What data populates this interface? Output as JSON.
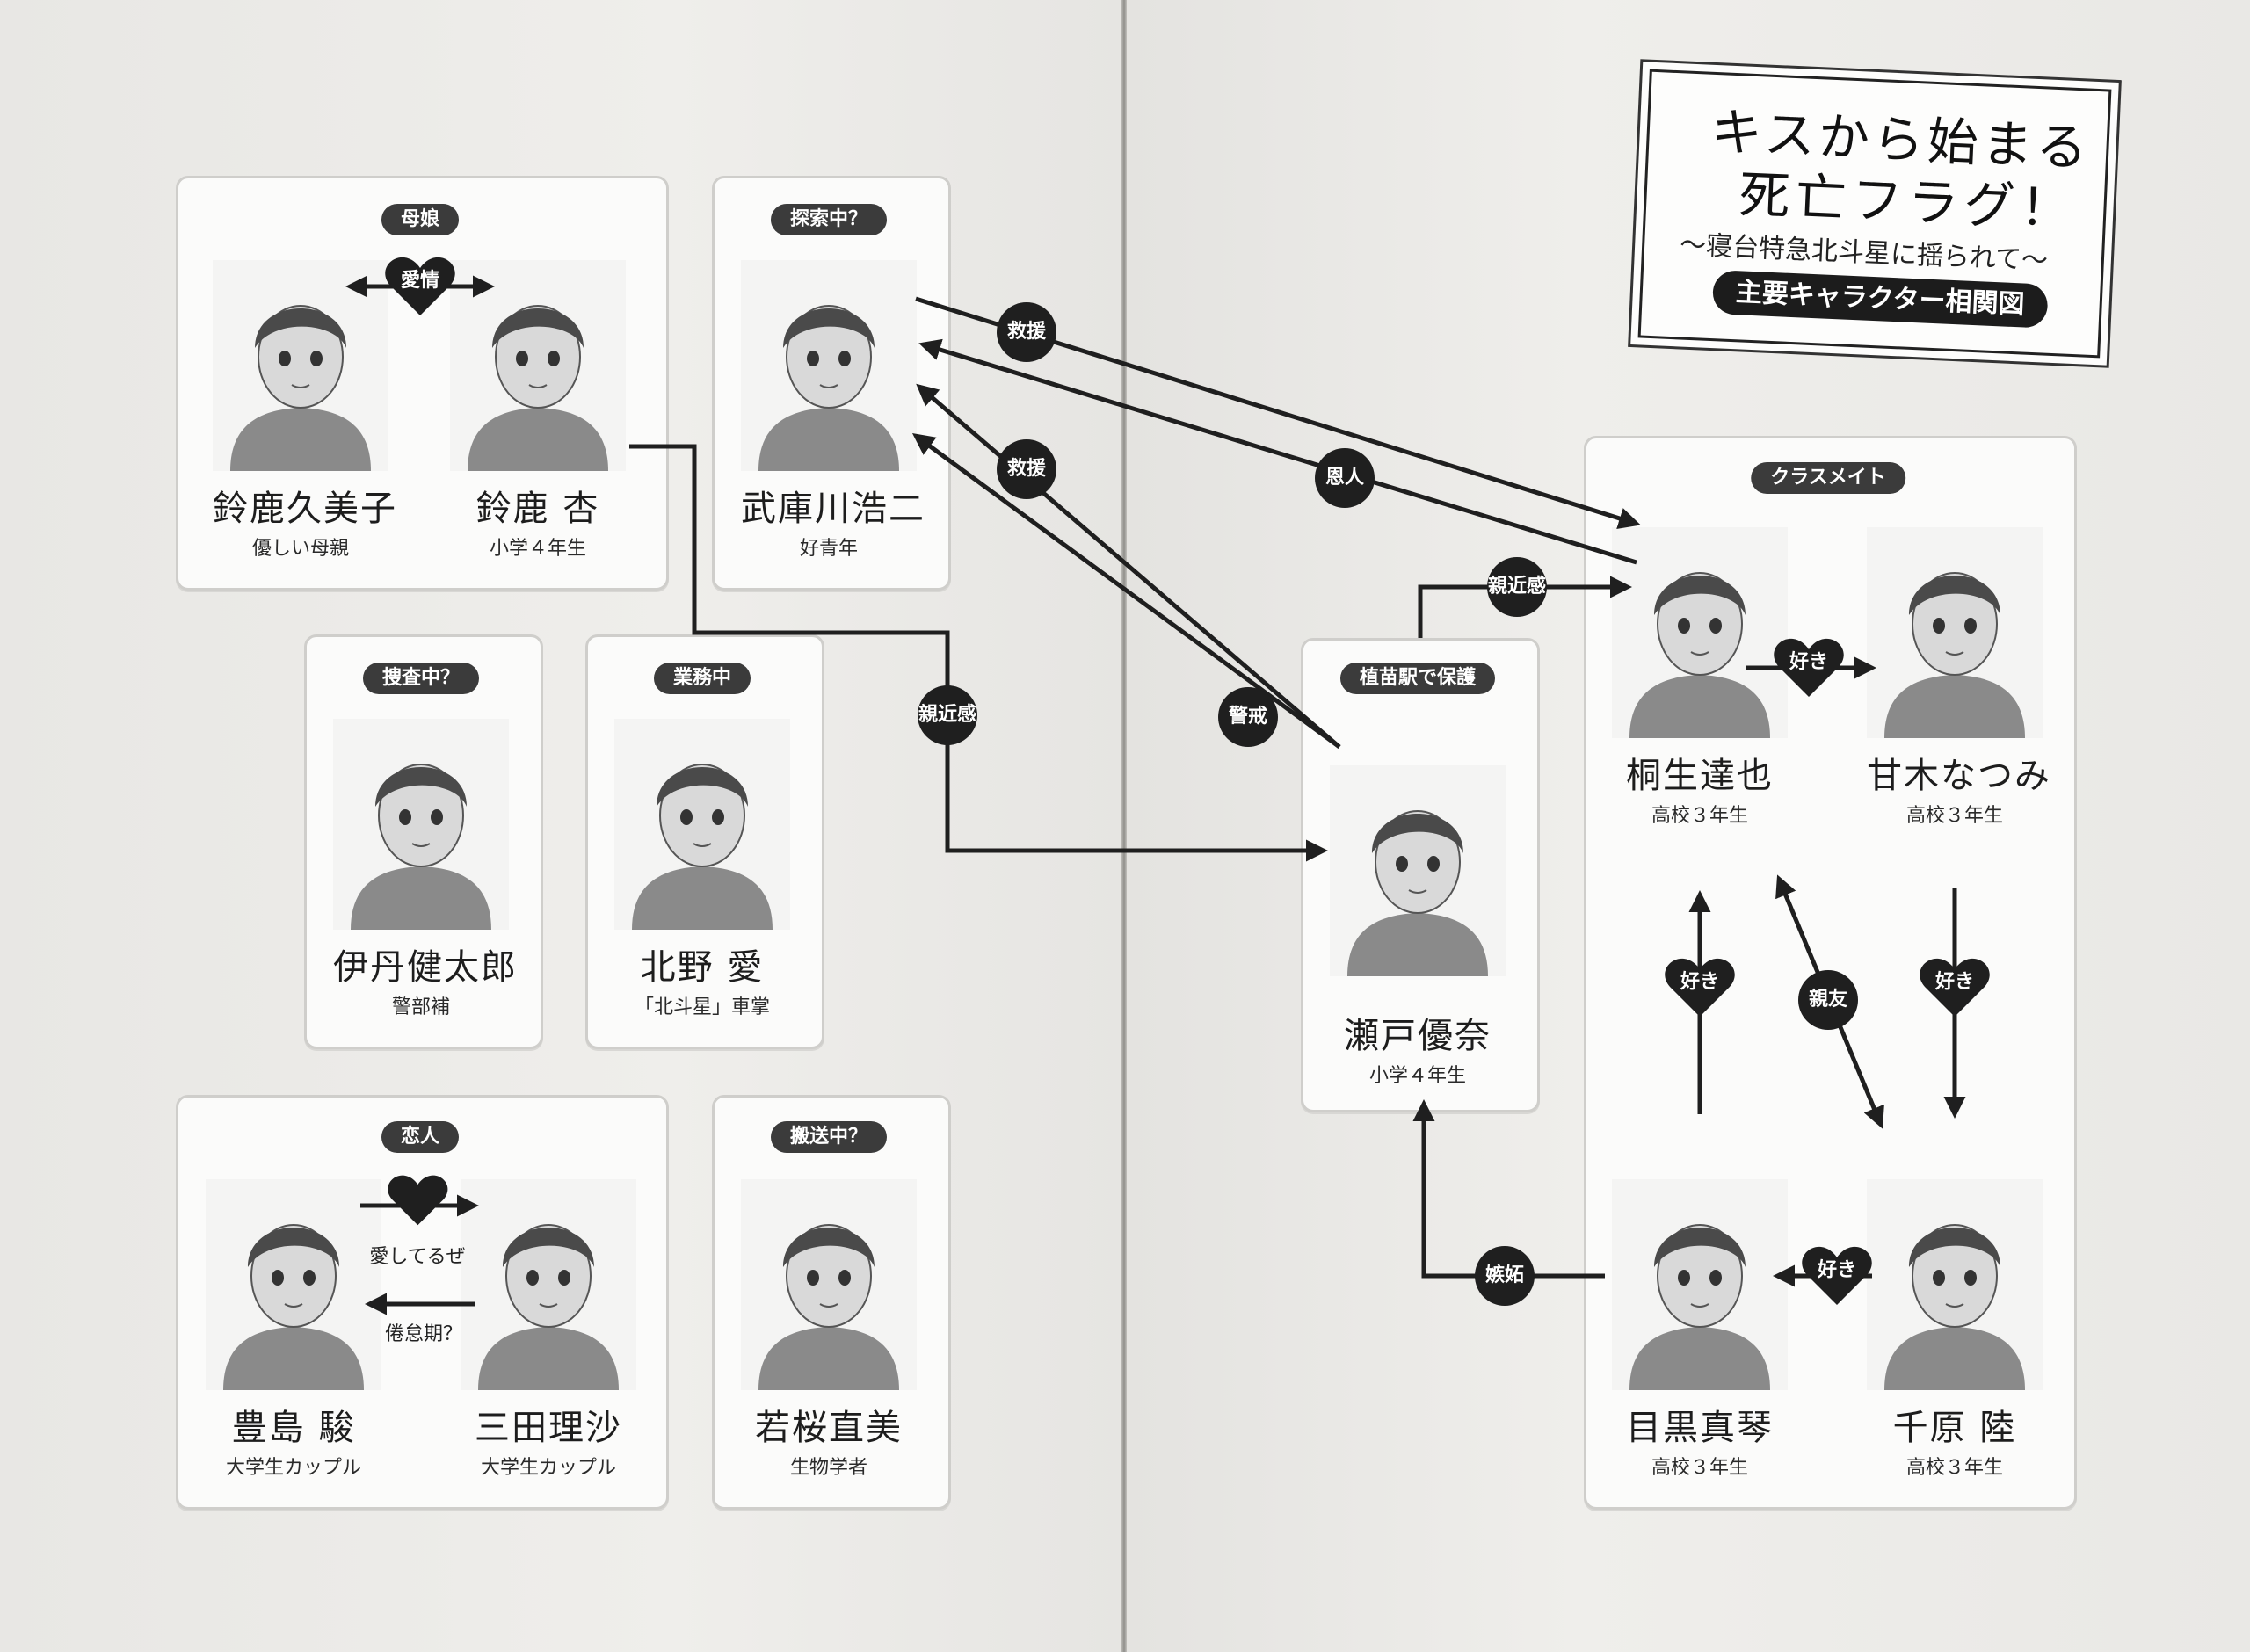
{
  "title": {
    "line1": "キスから始まる",
    "line2": "死亡フラグ！",
    "subtitle": "〜寝台特急北斗星に揺られて〜",
    "badge": "主要キャラクター相関図"
  },
  "groups": {
    "mother_daughter": "母娘",
    "searching": "探索中？",
    "investigating": "捜査中？",
    "working": "業務中",
    "lovers": "恋人",
    "transporting": "搬送中？",
    "protected": "植苗駅で保護",
    "classmates": "クラスメイト"
  },
  "characters": {
    "kumiko": {
      "name": "鈴鹿久美子",
      "role": "優しい母親"
    },
    "an": {
      "name": "鈴鹿 杏",
      "role": "小学４年生"
    },
    "koji": {
      "name": "武庫川浩二",
      "role": "好青年"
    },
    "kentaro": {
      "name": "伊丹健太郎",
      "role": "警部補"
    },
    "ai": {
      "name": "北野 愛",
      "role": "「北斗星」車掌"
    },
    "shun": {
      "name": "豊島 駿",
      "role": "大学生カップル"
    },
    "risa": {
      "name": "三田理沙",
      "role": "大学生カップル"
    },
    "naomi": {
      "name": "若桜直美",
      "role": "生物学者"
    },
    "yuna": {
      "name": "瀬戸優奈",
      "role": "小学４年生"
    },
    "tatsuya": {
      "name": "桐生達也",
      "role": "高校３年生"
    },
    "natsumi": {
      "name": "甘木なつみ",
      "role": "高校３年生"
    },
    "makoto": {
      "name": "目黒真琴",
      "role": "高校３年生"
    },
    "riku": {
      "name": "千原 陸",
      "role": "高校３年生"
    }
  },
  "relations": {
    "affection": "愛情",
    "rescue1": "救援",
    "rescue2": "救援",
    "benefactor": "恩人",
    "kinship1": "親近感",
    "kinship2": "親近感",
    "caution": "警戒",
    "likes1": "好き",
    "likes2": "好き",
    "likes3": "好き",
    "likes4": "好き",
    "best_friend": "親友",
    "jealousy": "嫉妬",
    "love_you": "愛してるぜ",
    "fatigue": "倦怠期？"
  },
  "colors": {
    "ink": "#1f1f1f",
    "tag": "#3b3b3b",
    "card": "#fbfbfa",
    "paper": "#ecebe8"
  }
}
